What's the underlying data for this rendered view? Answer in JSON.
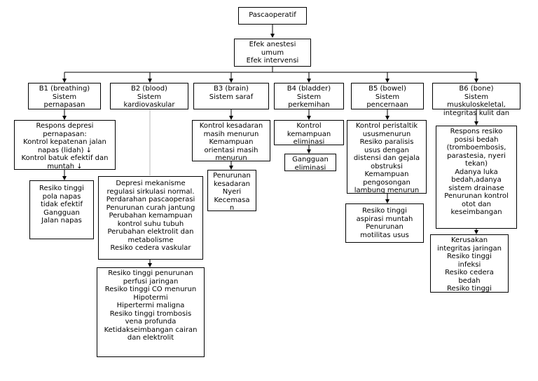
{
  "root": {
    "text": "Pascaoperatif"
  },
  "effects": {
    "text": "Efek anestesi\numum\nEfek intervensi"
  },
  "categories": [
    {
      "title": "B1 (breathing)\nSistem\npernapasan"
    },
    {
      "title": "B2 (blood)\nSistem\nkardiovaskular"
    },
    {
      "title": "B3 (brain)\nSistem saraf"
    },
    {
      "title": "B4 (bladder)\nSistem\nperkemihan"
    },
    {
      "title": "B5 (bowel)\nSistem\npencernaan"
    },
    {
      "title": "B6 (bone)\nSistem\nmuskuloskeletal,\nintegritas kulit dan"
    }
  ],
  "b1": {
    "mechanism": "Respons depresi\npernapasan:\nKontrol kepatenan jalan\nnapas (lidah) ↓\nKontrol batuk efektif dan\nmuntah ↓",
    "problems": "Resiko tinggi\npola napas\ntidak efektif\nGangguan\nJalan napas"
  },
  "b2": {
    "mechanism": "Depresi mekanisme\nregulasi sirkulasi normal.\nPerdarahan pascaoperasi\nPenurunan curah jantung\nPerubahan kemampuan\nkontrol suhu tubuh\nPerubahan elektrolit dan\nmetabolisme\nResiko cedera vaskular",
    "problems": "Resiko tinggi penurunan\nperfusi jaringan\nResiko tinggi CO menurun\nHipotermi\nHipertermi maligna\nResiko tinggi trombosis\nvena profunda\nKetidakseimbangan cairan\ndan elektrolit"
  },
  "b3": {
    "mechanism": "Kontrol kesadaran\nmasih menurun\nKemampuan\norientasi masih\nmenurun",
    "problems": "Penurunan\nkesadaran\nNyeri\nKecemasa\nn"
  },
  "b4": {
    "mechanism": "Kontrol\nkemampuan\neliminasi",
    "problems": "Gangguan\neliminasi"
  },
  "b5": {
    "mechanism": "Kontrol peristaltik\nususmenurun\nResiko paralisis\nusus dengan\ndistensi dan gejala\nobstruksi\nKemampuan\npengosongan\nlambung menurun",
    "problems": "Resiko tinggi\naspirasi muntah\nPenurunan\nmotilitas usus"
  },
  "b6": {
    "mechanism": "Respons resiko\nposisi bedah\n(tromboembosis,\nparastesia, nyeri\ntekan)\nAdanya luka\nbedah,adanya\nsistem drainase\nPenurunan kontrol\notot dan\nkeseimbangan",
    "problems": "Kerusakan\nintegritas jaringan\nResiko tinggi\ninfeksi\nResiko cedera\nbedah\nResiko tinggi"
  }
}
